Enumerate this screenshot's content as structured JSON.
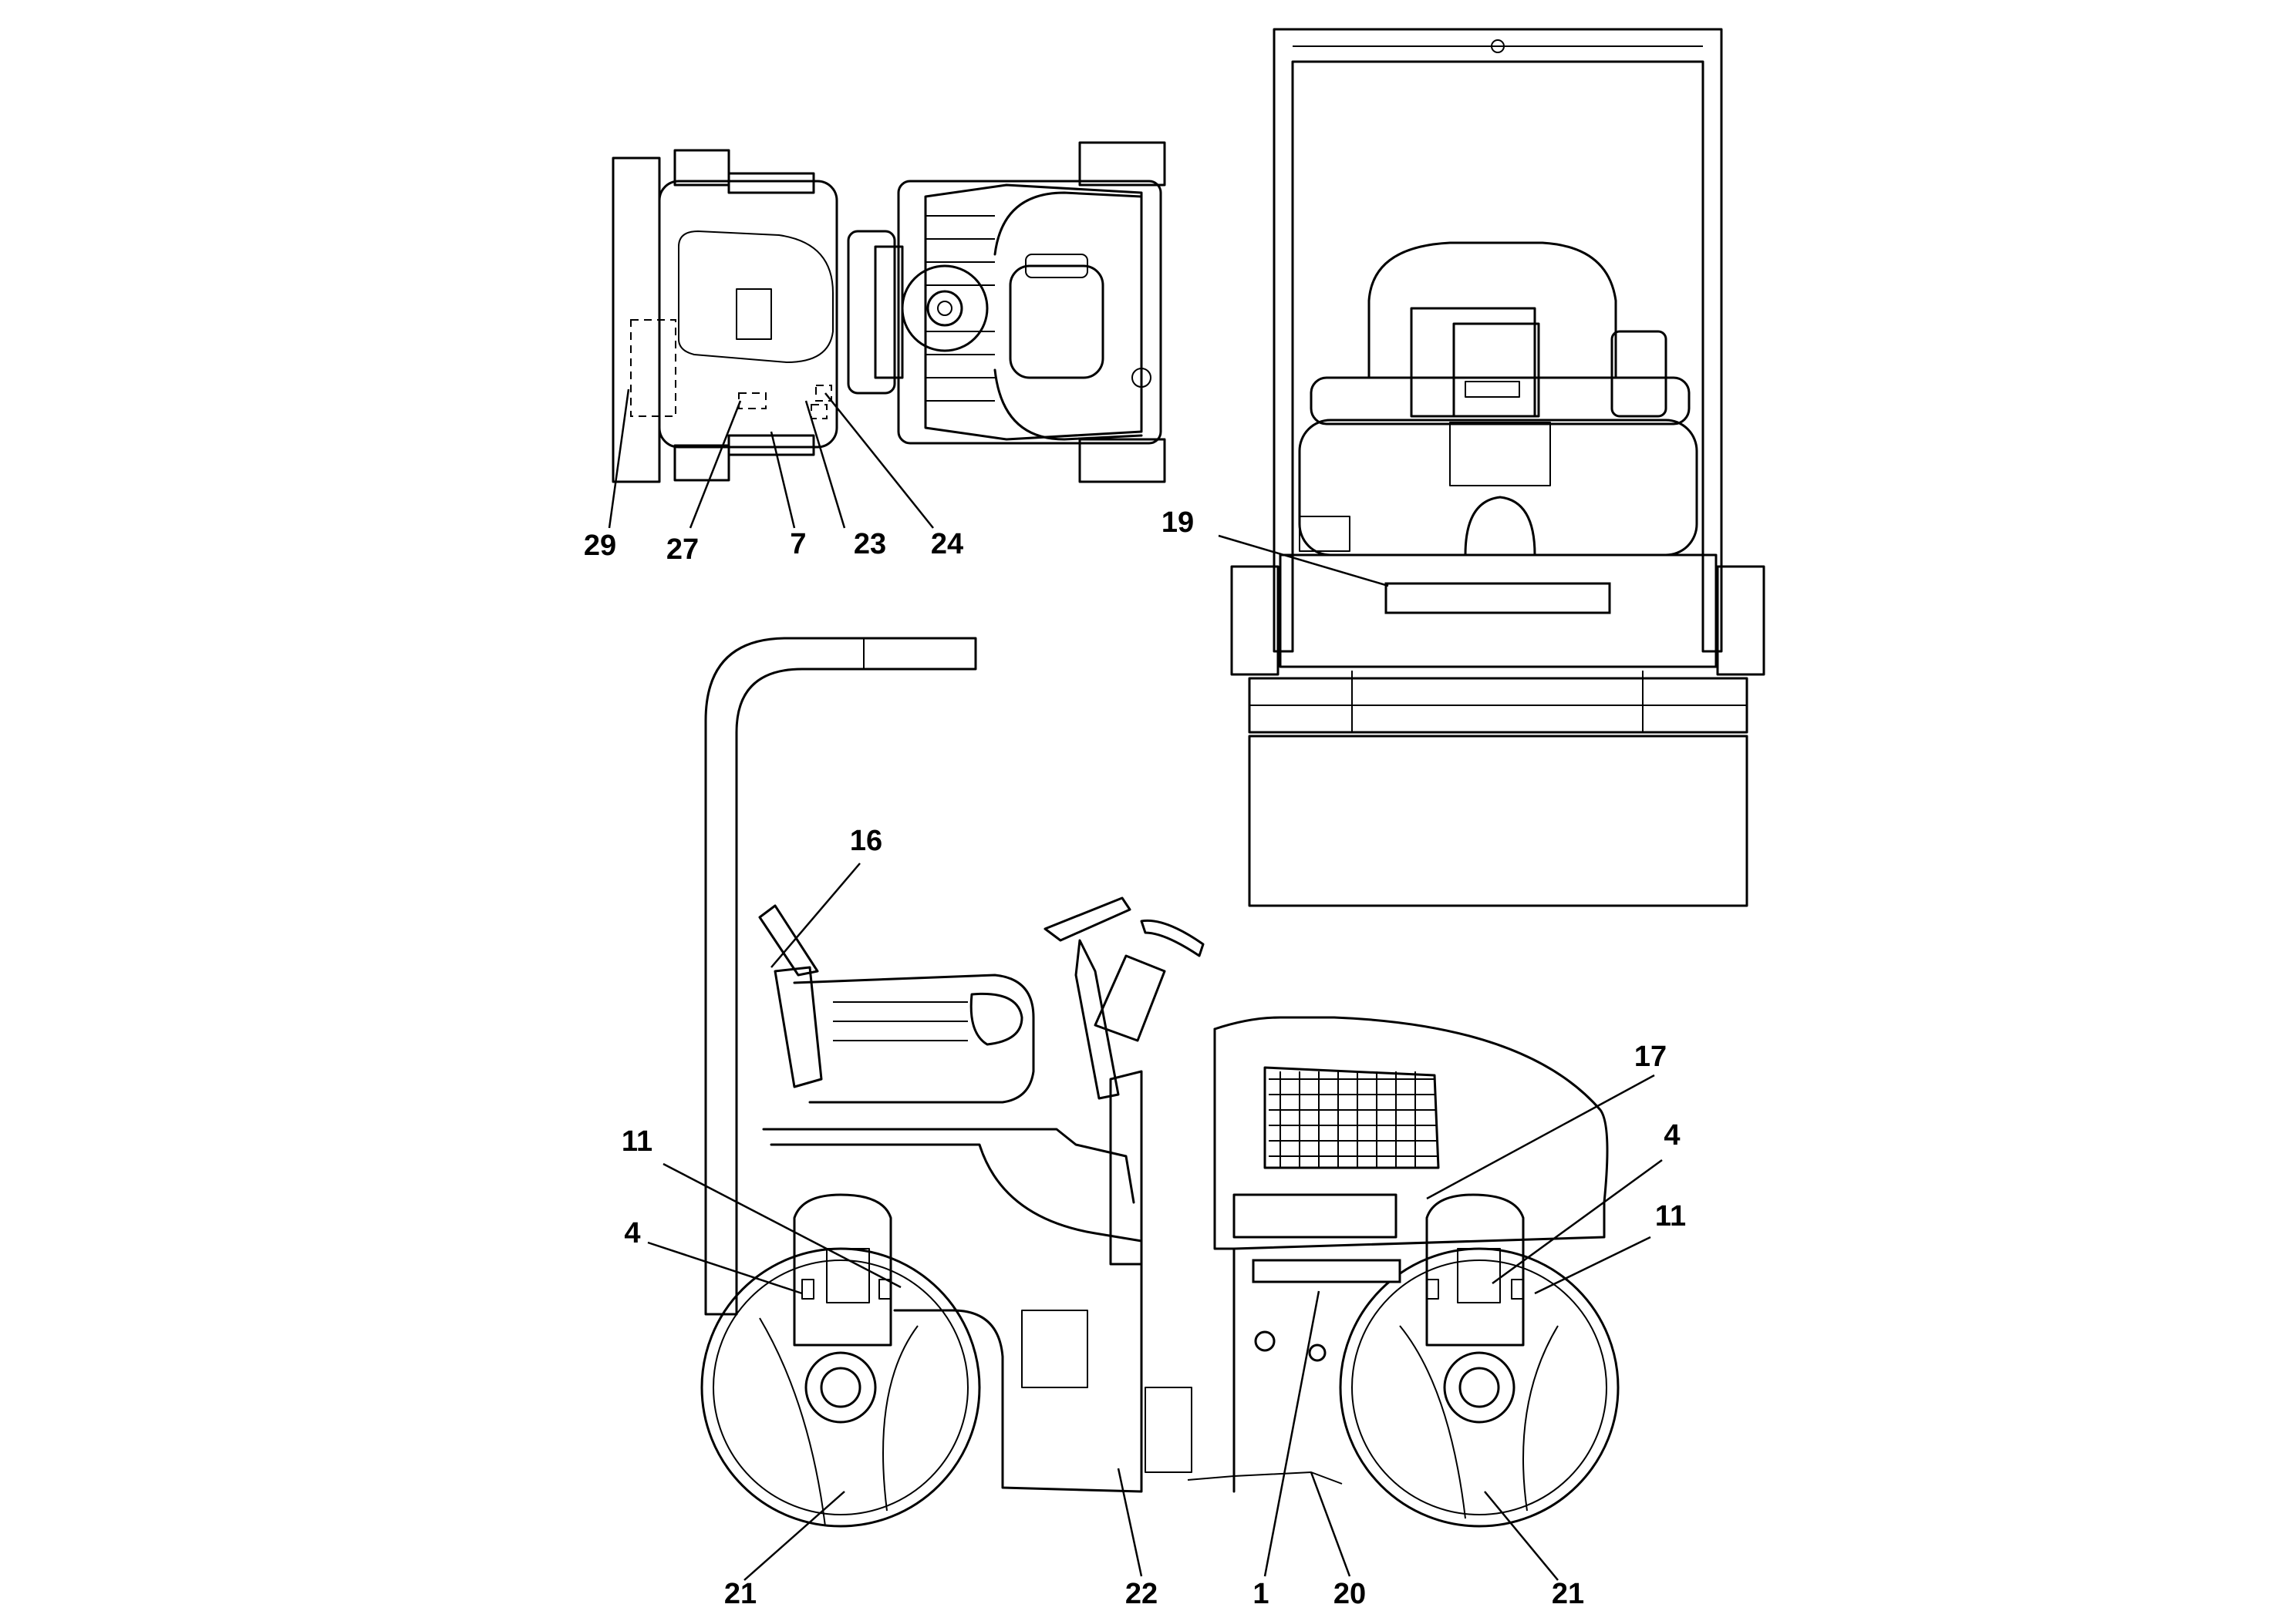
{
  "callouts": [
    {
      "id": "c29a",
      "text": "29"
    },
    {
      "id": "c27",
      "text": "27"
    },
    {
      "id": "c7",
      "text": "7"
    },
    {
      "id": "c23",
      "text": "23"
    },
    {
      "id": "c24",
      "text": "24"
    },
    {
      "id": "c19",
      "text": "19"
    },
    {
      "id": "c16",
      "text": "16"
    },
    {
      "id": "c17",
      "text": "17"
    },
    {
      "id": "c11l",
      "text": "11"
    },
    {
      "id": "c4l",
      "text": "4"
    },
    {
      "id": "c4r",
      "text": "4"
    },
    {
      "id": "c11r",
      "text": "11"
    },
    {
      "id": "c21l",
      "text": "21"
    },
    {
      "id": "c22",
      "text": "22"
    },
    {
      "id": "c1",
      "text": "1"
    },
    {
      "id": "c20",
      "text": "20"
    },
    {
      "id": "c21r",
      "text": "21"
    }
  ]
}
